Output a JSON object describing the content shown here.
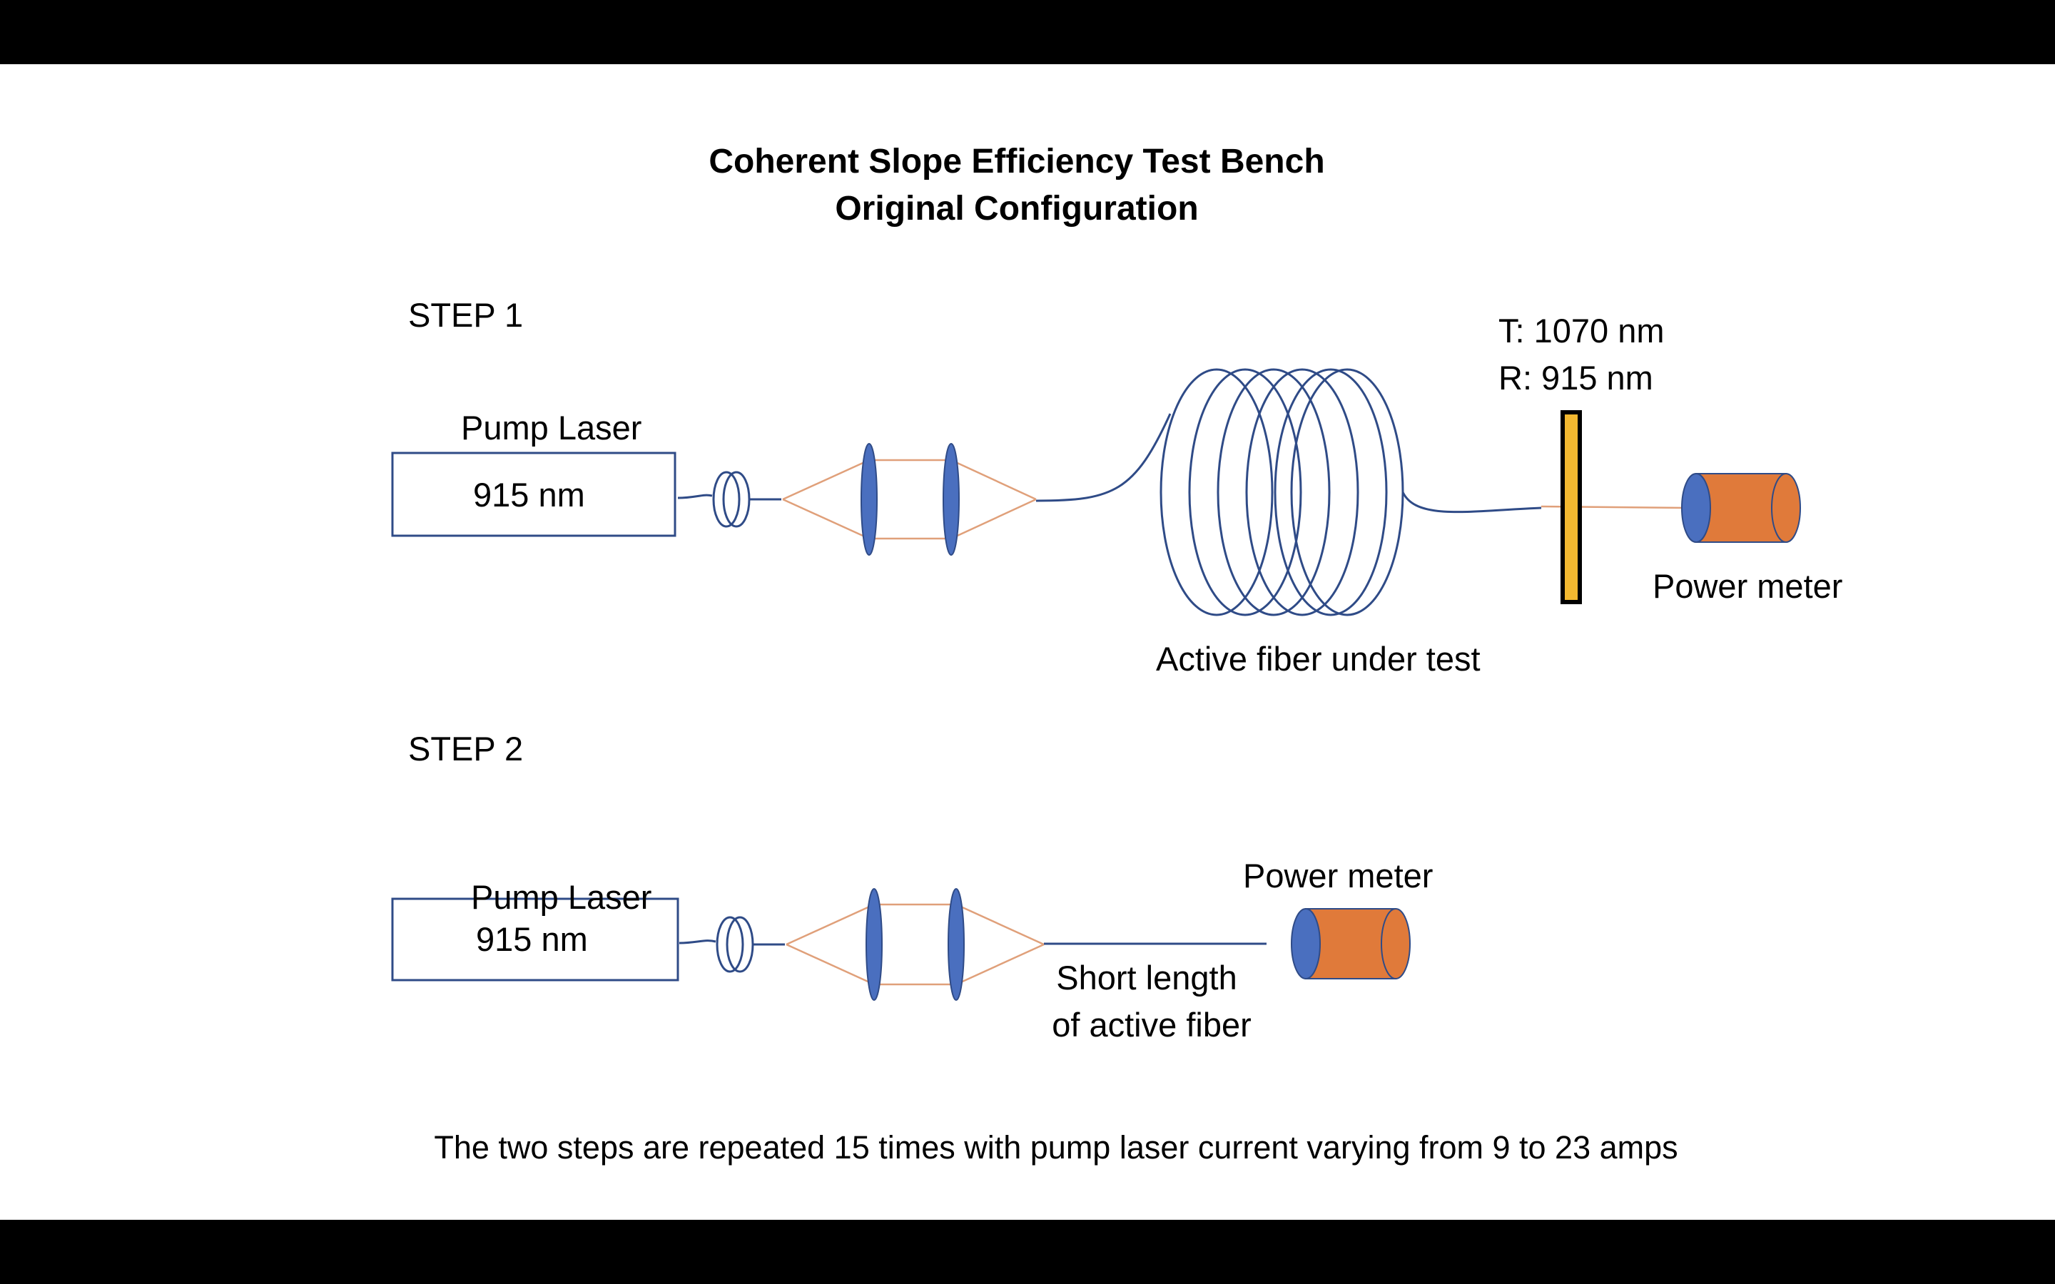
{
  "title": {
    "line1": "Coherent Slope Efficiency Test Bench",
    "line2": "Original Configuration"
  },
  "step1": {
    "label": "STEP 1",
    "pump_title": "Pump Laser",
    "pump_wavelength": "915 nm",
    "mirror_transmit": "T: 1070 nm",
    "mirror_reflect": "R: 915 nm",
    "power_meter": "Power meter",
    "fiber_label": "Active fiber under test"
  },
  "step2": {
    "label": "STEP 2",
    "pump_title": "Pump Laser",
    "pump_wavelength": "915 nm",
    "power_meter": "Power meter",
    "fiber_label_line1": "Short length",
    "fiber_label_line2": "of active fiber"
  },
  "footer": "The two steps are repeated 15 times with pump laser current varying from 9 to 23 amps",
  "colors": {
    "fiber": "#2f4b87",
    "beam": "#e0a07a",
    "lens": "#4a6fbf",
    "detector_body": "#e07a3a",
    "mirror": "#f2b830"
  }
}
